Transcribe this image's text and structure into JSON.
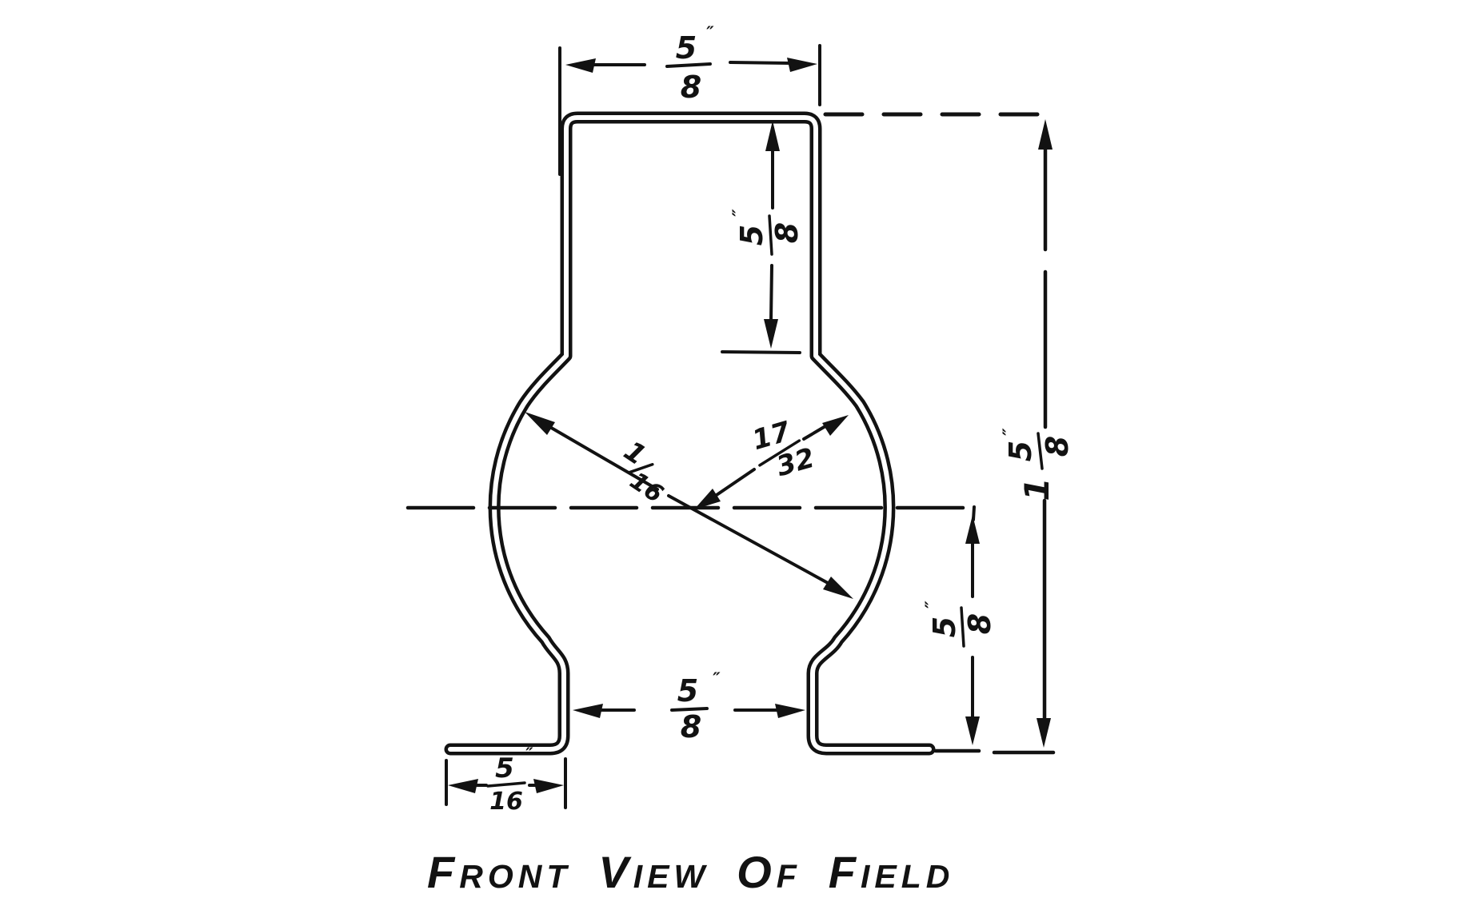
{
  "caption": {
    "words": [
      "FRONT",
      "VIEW",
      "OF",
      "FIELD"
    ]
  },
  "dimensions": {
    "top_width": {
      "numerator": "5",
      "denominator": "8",
      "unit": "″"
    },
    "upper_side_height": {
      "numerator": "5",
      "denominator": "8",
      "unit": "″"
    },
    "overall_height": {
      "whole": "1",
      "numerator": "5",
      "denominator": "8",
      "unit": "″"
    },
    "center_to_bottom": {
      "numerator": "5",
      "denominator": "8",
      "unit": "″"
    },
    "leg_gap": {
      "numerator": "5",
      "denominator": "8",
      "unit": "″"
    },
    "foot_length": {
      "numerator": "5",
      "denominator": "16",
      "unit": "″"
    },
    "material_thickness": {
      "numerator": "1",
      "denominator": "16"
    },
    "bore_radius": {
      "numerator": "17",
      "denominator": "32"
    }
  },
  "colors": {
    "ink": "#121212",
    "paper": "#ffffff"
  }
}
